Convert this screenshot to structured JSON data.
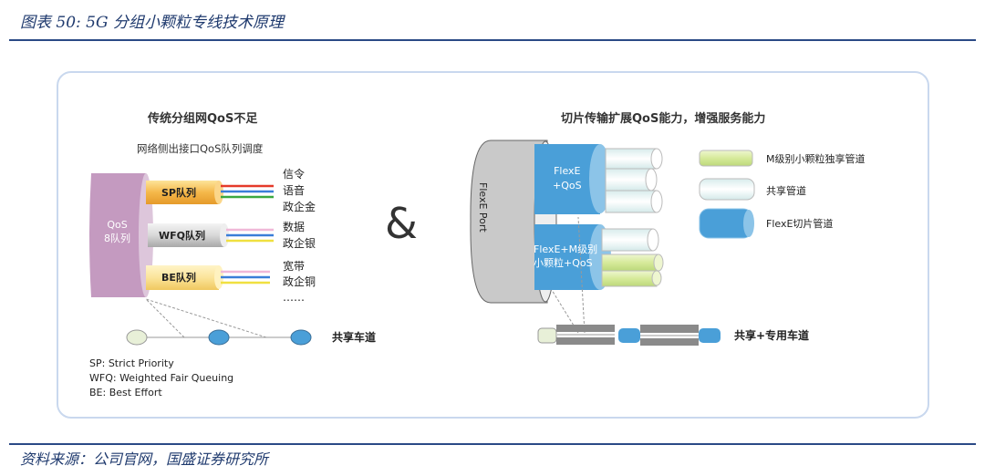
{
  "header": {
    "title": "图表 50:  5G 分组小颗粒专线技术原理"
  },
  "left": {
    "title": "传统分组网QoS不足",
    "subtitle": "网络侧出接口QoS队列调度",
    "qos_block": [
      "QoS",
      "8队列"
    ],
    "queues": [
      {
        "label": "SP队列",
        "services": [
          "信令",
          "语音",
          "政企金"
        ]
      },
      {
        "label": "WFQ队列",
        "services": [
          "数据",
          "政企银"
        ]
      },
      {
        "label": "BE队列",
        "services": [
          "宽带",
          "政企铜",
          "……"
        ]
      }
    ],
    "lane_label": "共享车道",
    "legend": [
      "SP: Strict Priority",
      "WFQ: Weighted Fair Queuing",
      "BE: Best Effort"
    ]
  },
  "ampersand": "&",
  "right": {
    "title": "切片传输扩展QoS能力，增强服务能力",
    "port_label": "FlexE  Port",
    "slice1": [
      "FlexE",
      "+QoS"
    ],
    "slice2": [
      "FlexE+M级别",
      "小颗粒+QoS"
    ],
    "legend": [
      "M级别小颗粒独享管道",
      "共享管道",
      "FlexE切片管道"
    ],
    "lane_label": "共享+专用车道"
  },
  "footer": {
    "source": "资料来源：公司官网，国盛证券研究所"
  },
  "colors": {
    "accent": "#2b4a86",
    "purple": "#c49ac0",
    "blue": "#4a9fd8",
    "green": "#d6ea9a",
    "sp": "#f3b64a"
  }
}
